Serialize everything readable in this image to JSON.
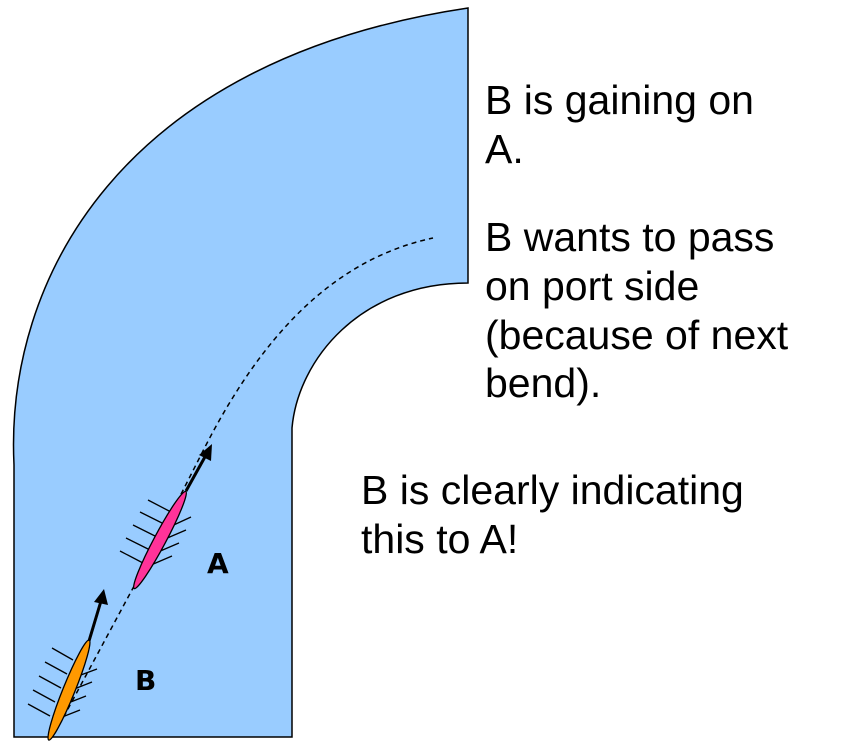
{
  "paragraphs": [
    "B is gaining on\nA.",
    "B wants to pass\non port side\n(because of next\nbend).",
    "B is clearly indicating\nthis to A!"
  ],
  "boats": {
    "a": {
      "label": "A",
      "color": "#ff3399"
    },
    "b": {
      "label": "B",
      "color": "#ff9900"
    }
  },
  "colors": {
    "water": "#99ccff",
    "outline": "#000000"
  }
}
